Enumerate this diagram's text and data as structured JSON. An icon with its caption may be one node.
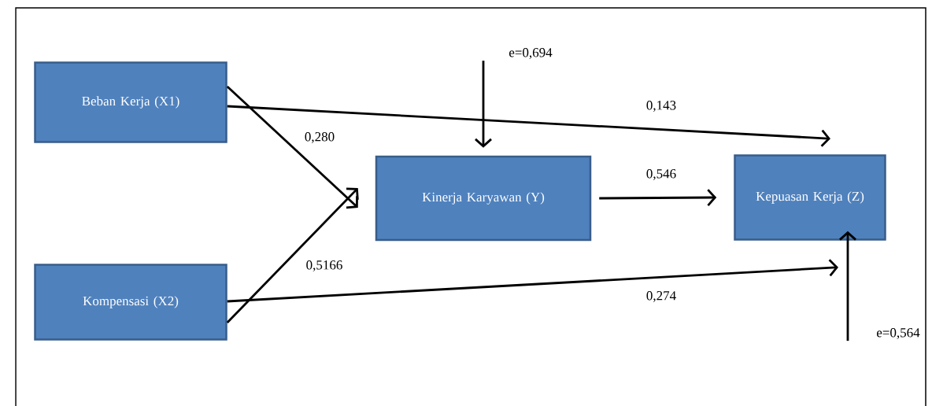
{
  "diagram": {
    "nodes": [
      {
        "text": [
          "Beban Kerja (X1)"
        ]
      },
      {
        "text": [
          "Kompensasi (X2)"
        ]
      },
      {
        "text": [
          "Kinerja Karyawan (Y)"
        ]
      },
      {
        "text": [
          "Kepuasan Kerja (Z)"
        ]
      },
      {
        "text": [
          "e=0,694"
        ]
      },
      {
        "text": [
          "e=0,564"
        ]
      }
    ],
    "edges": [
      {
        "from": 0,
        "to": 2,
        "arrow": "to",
        "label": "0,280"
      },
      {
        "from": 1,
        "to": 2,
        "arrow": "to",
        "label": "0,5166"
      },
      {
        "from": 0,
        "to": 3,
        "arrow": "to",
        "label": "0,143"
      },
      {
        "from": 2,
        "to": 3,
        "arrow": "to",
        "label": "0,546"
      },
      {
        "from": 1,
        "to": 3,
        "arrow": "to",
        "label": "0,274"
      },
      {
        "from": 4,
        "to": 2,
        "arrow": "to"
      },
      {
        "from": 5,
        "to": 3,
        "arrow": "to"
      }
    ]
  }
}
